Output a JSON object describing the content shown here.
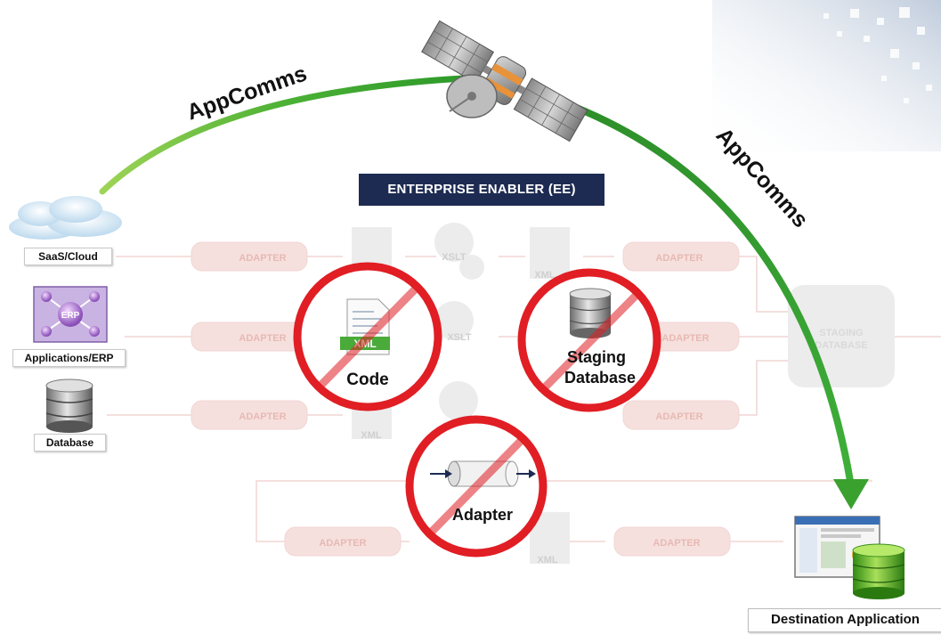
{
  "labels": {
    "appcomms_left": "AppComms",
    "appcomms_right": "AppComms",
    "banner": "ENTERPRISE ENABLER (EE)",
    "destination": "Destination Application"
  },
  "sources": {
    "saas": "SaaS/Cloud",
    "erp": "Applications/ERP",
    "erp_icon_text": "ERP",
    "database": "Database"
  },
  "faded_flow": {
    "adapter": "ADAPTER",
    "xslt": "XSLT",
    "xml": "XML",
    "staging_line1": "STAGING",
    "staging_line2": "DATABASE"
  },
  "prohibited": {
    "code": "Code",
    "xml_badge": "XML",
    "staging_line1": "Staging",
    "staging_line2": "Database",
    "adapter": "Adapter"
  },
  "colors": {
    "arc_green": "#3aa12f",
    "banner_navy": "#1d2b52",
    "prohibit_red": "#e01e24",
    "faded_line": "#e6c6c0"
  }
}
